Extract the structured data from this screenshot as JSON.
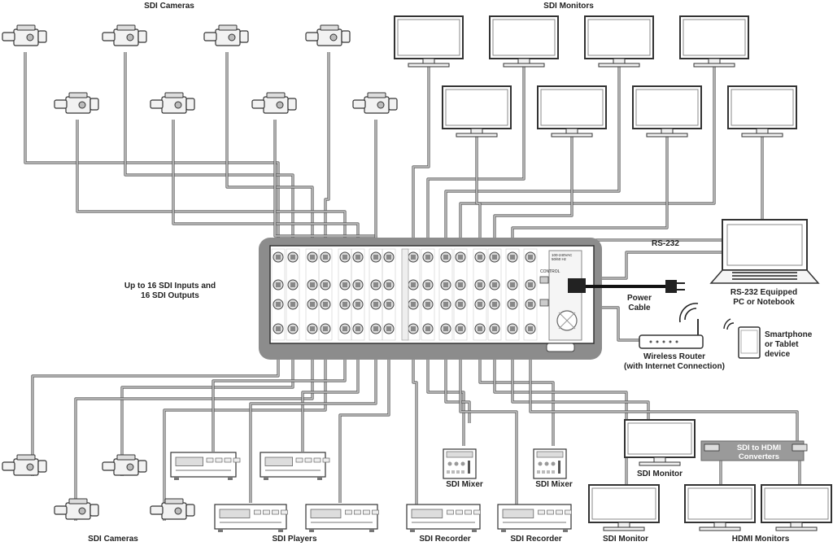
{
  "labels": {
    "sdi_cameras_top": "SDI Cameras",
    "sdi_monitors_top": "SDI Monitors",
    "matrix_caption": "Up to 16 SDI Inputs and\n16 SDI Outputs",
    "rs232": "RS-232",
    "pc": "RS-232 Equipped\nPC or Notebook",
    "power_cable": "Power\nCable",
    "router": "Wireless Router\n(with Internet Connection)",
    "smartphone": "Smartphone\nor Tablet\ndevice",
    "sdi_monitor_mid": "SDI Monitor",
    "converters": "SDI to HDMI\nConverters",
    "sdi_mixer_1": "SDI Mixer",
    "sdi_mixer_2": "SDI Mixer",
    "sdi_cameras_bottom": "SDI Cameras",
    "sdi_players": "SDI Players",
    "sdi_recorder_1": "SDI Recorder",
    "sdi_recorder_2": "SDI Recorder",
    "sdi_monitor_bottom": "SDI Monitor",
    "hdmi_monitors": "HDMI Monitors",
    "control": "CONTROL",
    "psu": "100-240VAC\n50/60 Hz"
  },
  "icons": {
    "camera": "camera-icon",
    "monitor": "monitor-icon",
    "laptop": "laptop-icon",
    "router": "wireless-router-icon",
    "tablet": "tablet-icon",
    "player": "player-icon",
    "recorder": "recorder-icon",
    "mixer": "mixer-icon",
    "converter": "converter-icon",
    "power": "power-plug-icon",
    "wifi": "wifi-signal-icon"
  },
  "colors": {
    "cable": "#b8b8b8",
    "device_fill": "#f2f2f2",
    "outline": "#333333",
    "matrix_bg": "#8c8c8c",
    "converter_bg": "#9a9a9a"
  }
}
